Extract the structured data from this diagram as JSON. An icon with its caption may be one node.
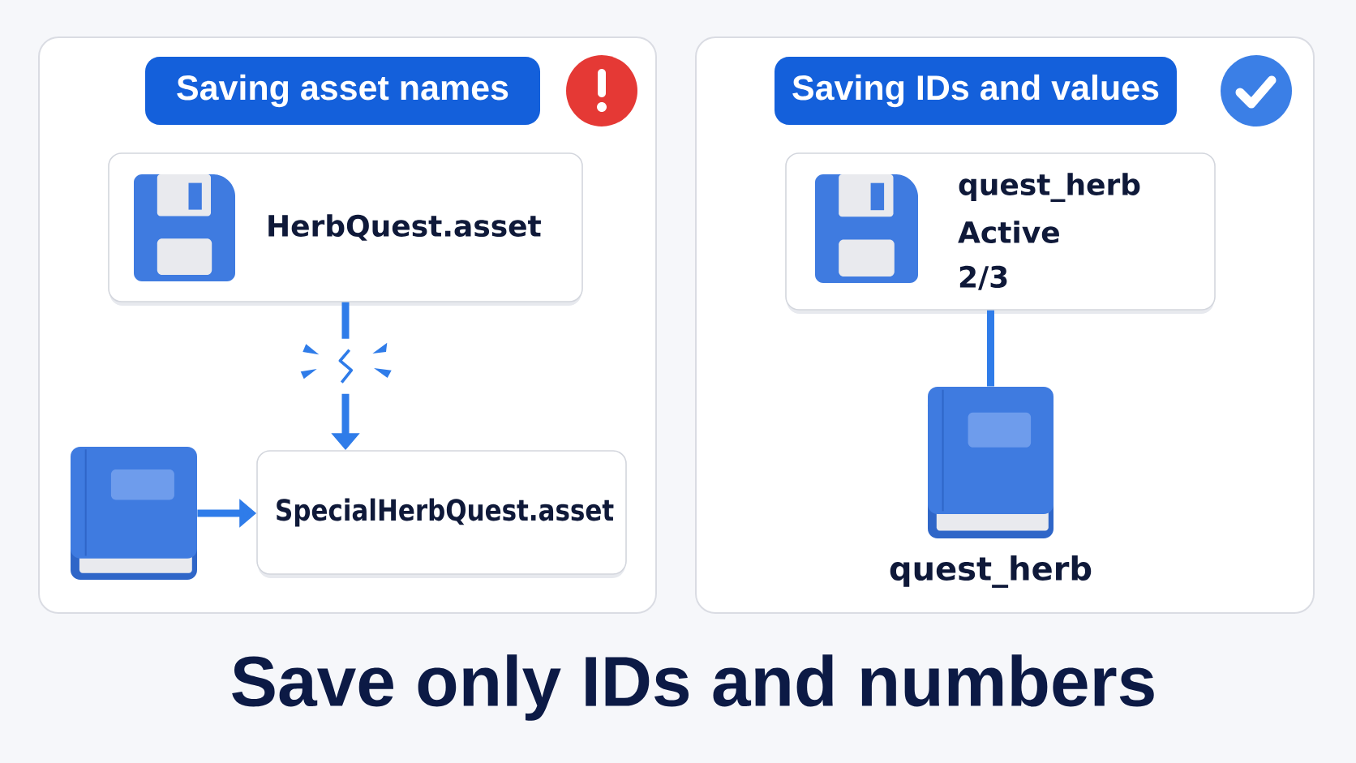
{
  "diagram": {
    "title": "Save only IDs and numbers",
    "nodes": [
      {
        "text": [],
        "shape": "box"
      },
      {
        "text": [
          "Saving asset names"
        ],
        "in": 0
      },
      {
        "text": [
          "HerbQuest.asset"
        ],
        "in": 0
      },
      {
        "text": [
          "SpecialHerbQuest.asset"
        ],
        "in": 0
      },
      {
        "text": [],
        "shape": "picture",
        "in": 0
      },
      {
        "text": [],
        "shape": "box"
      },
      {
        "text": [
          "Saving IDs and values"
        ],
        "in": 5
      },
      {
        "text": [
          "quest_herb",
          "Active",
          "2/3"
        ],
        "in": 5
      },
      {
        "text": [],
        "shape": "picture",
        "in": 5,
        "beside": [
          "quest_herb"
        ]
      }
    ],
    "edges": [
      {
        "from": 2,
        "to": 3,
        "arrow": "to",
        "style": "dashed"
      },
      {
        "from": 4,
        "to": 3,
        "arrow": "to"
      },
      {
        "from": 7,
        "to": 8,
        "arrow": "none"
      }
    ]
  }
}
